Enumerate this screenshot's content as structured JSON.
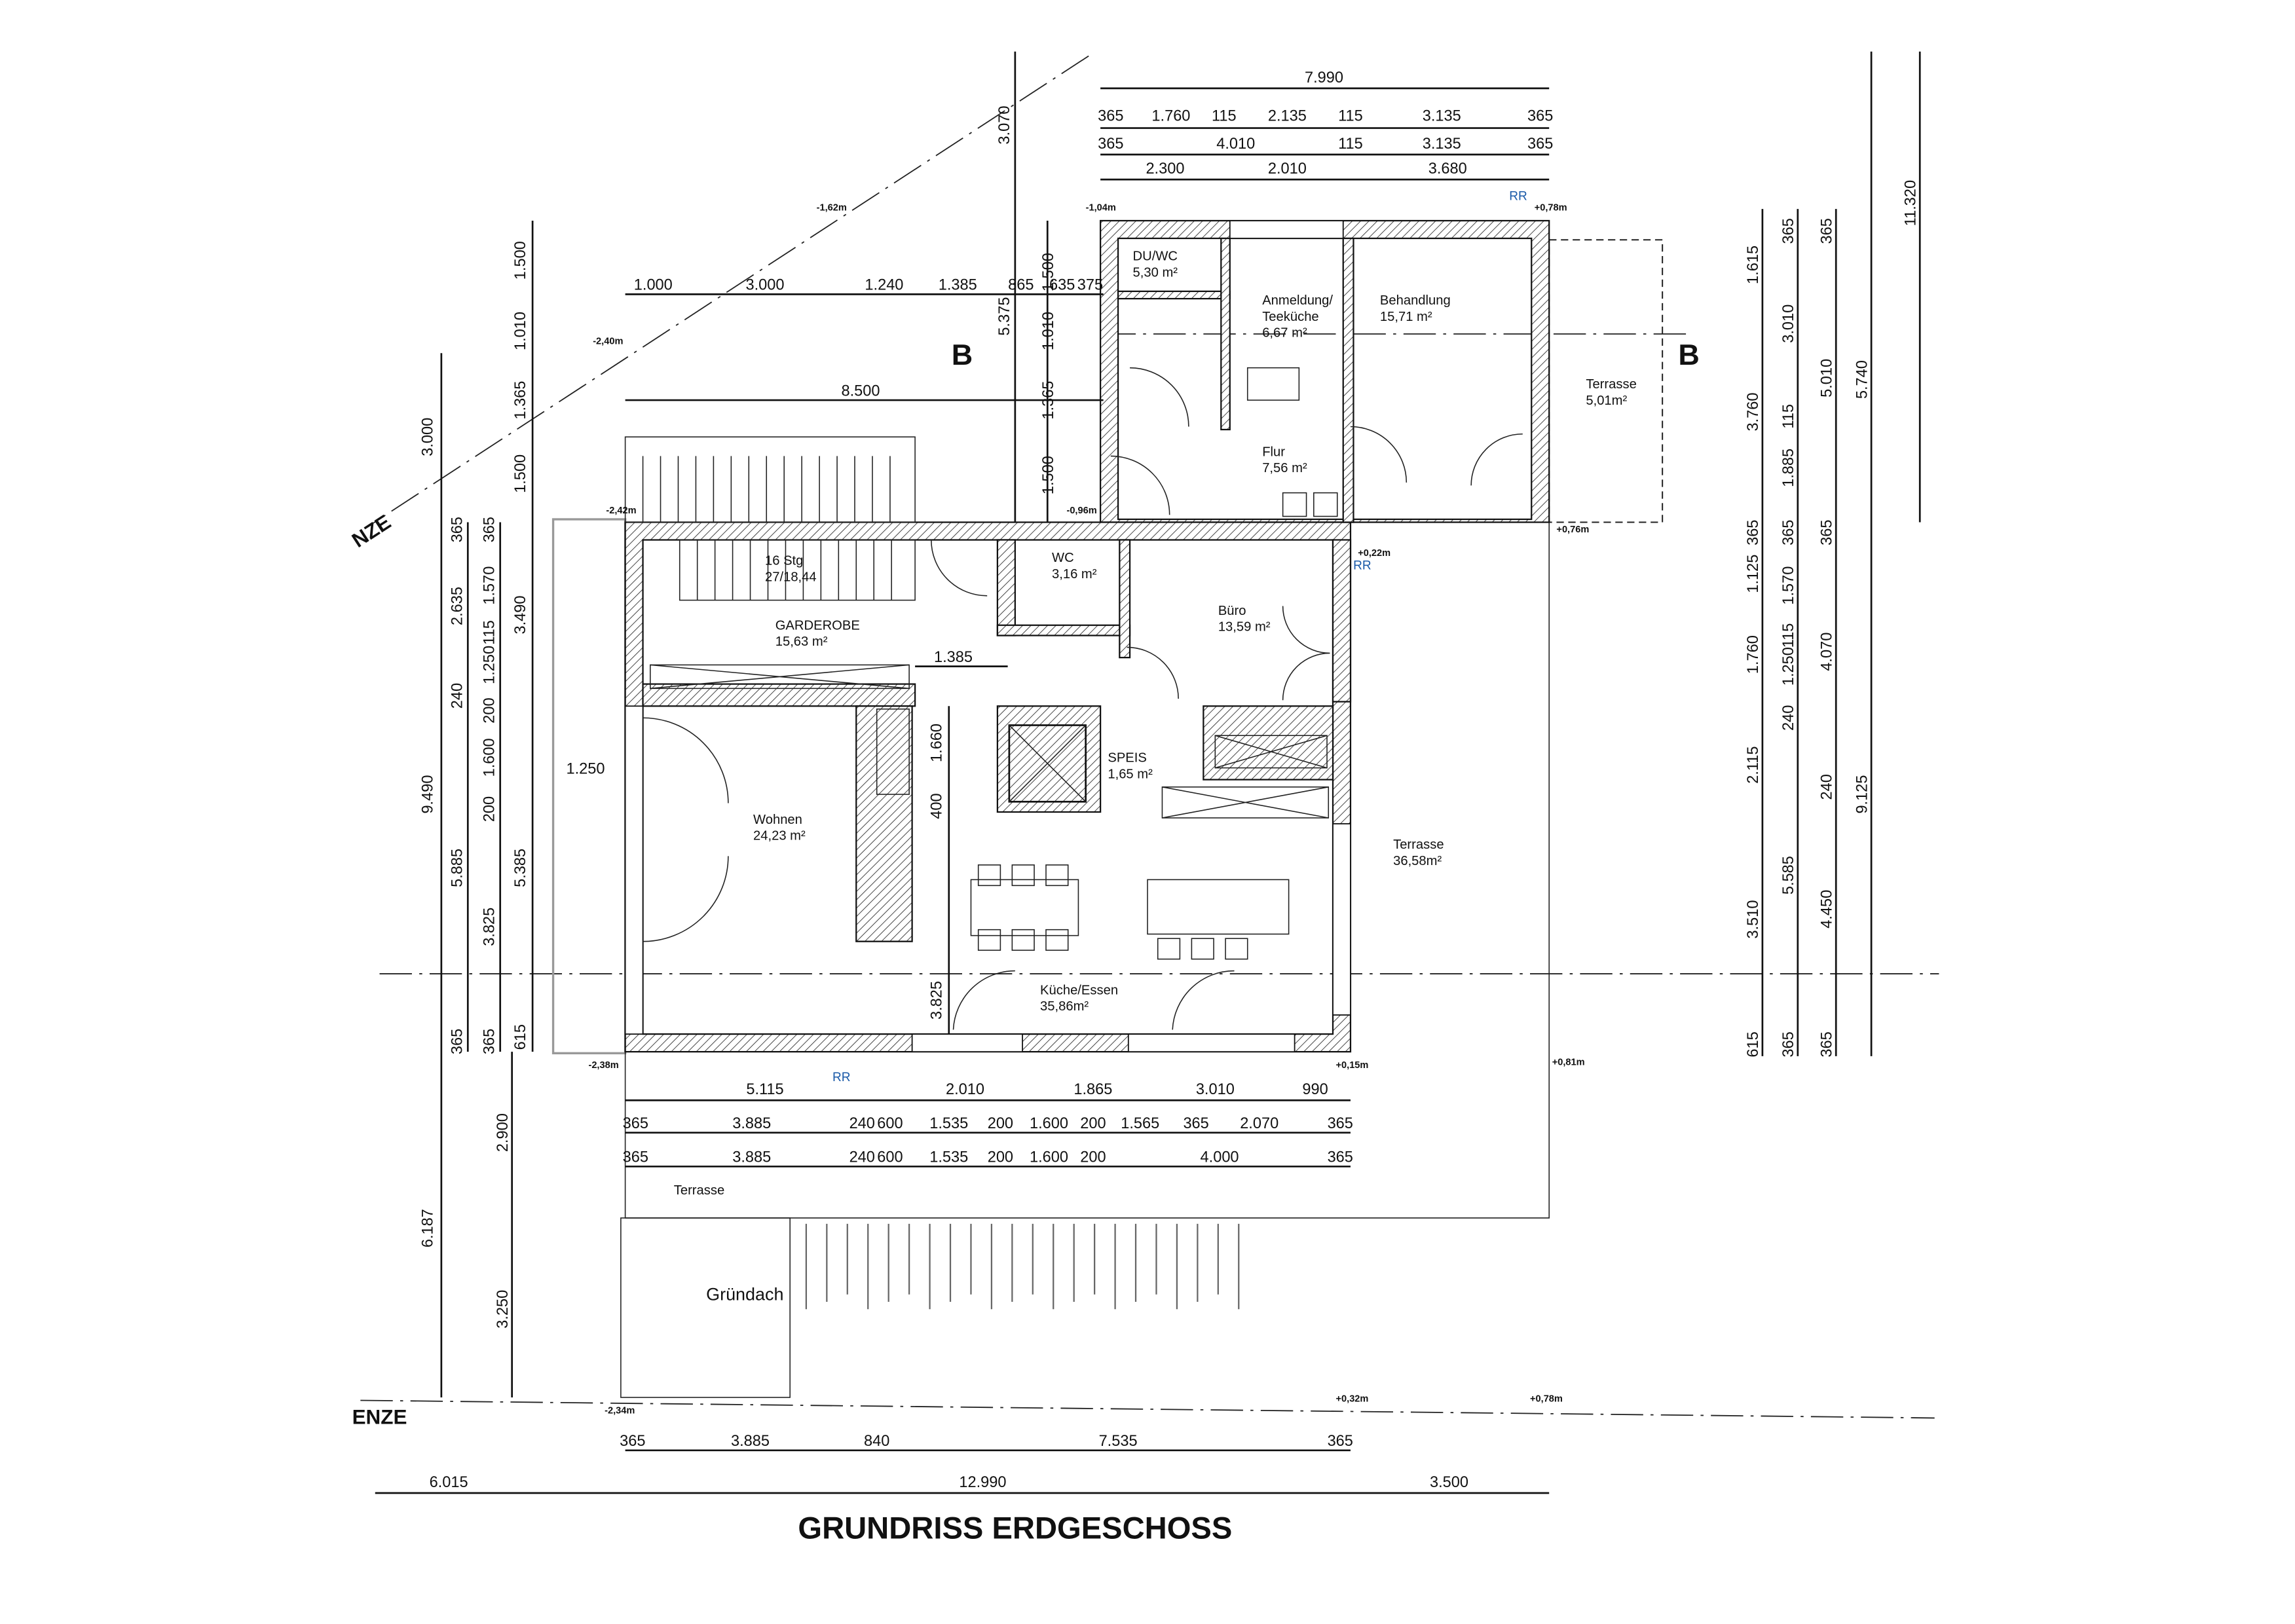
{
  "title": "GRUNDRISS ERDGESCHOSS",
  "section_marker": "B",
  "boundary_label_top": "NZE",
  "boundary_label_bottom": "ENZE",
  "rr_label": "RR",
  "rooms": [
    {
      "name": "DU/WC",
      "area": "5,30 m²"
    },
    {
      "name": "Anmeldung/",
      "name2": "Teeküche",
      "area": "6,67 m²"
    },
    {
      "name": "Behandlung",
      "area": "15,71 m²"
    },
    {
      "name": "Terrasse",
      "area": "5,01m²"
    },
    {
      "name": "Flur",
      "area": "7,56 m²"
    },
    {
      "name": "16 Stg",
      "area": "27/18,44"
    },
    {
      "name": "WC",
      "area": "3,16 m²"
    },
    {
      "name": "Büro",
      "area": "13,59 m²"
    },
    {
      "name": "GARDEROBE",
      "area": "15,63 m²"
    },
    {
      "name": "SPEIS",
      "area": "1,65 m²"
    },
    {
      "name": "Wohnen",
      "area": "24,23 m²"
    },
    {
      "name": "Terrasse",
      "area": "36,58m²"
    },
    {
      "name": "Küche/Essen",
      "area": "35,86m²"
    },
    {
      "name": "Terrasse"
    },
    {
      "name": "Gründach"
    }
  ],
  "levels": [
    "-1,04m",
    "+0,78m",
    "-1,62m",
    "-2,40m",
    "-2,42m",
    "-0,96m",
    "+0,76m",
    "+0,22m",
    "-2,38m",
    "+0,15m",
    "+0,81m",
    "+0,32m",
    "+0,78m",
    "-2,34m"
  ],
  "dims": {
    "top": {
      "total": "7.990",
      "r1": [
        "365",
        "1.760",
        "115",
        "2.135",
        "115",
        "3.135",
        "365"
      ],
      "r2": [
        "365",
        "4.010",
        "115",
        "3.135",
        "365"
      ],
      "r3": [
        "2.300",
        "2.010",
        "3.680"
      ]
    },
    "front": [
      "1.000",
      "3.000",
      "1.240",
      "1.385",
      "865",
      "635",
      "375"
    ],
    "overall_8500": "8.500",
    "v_center": [
      "3.070",
      "5.375"
    ],
    "v_mid": [
      "1.500",
      "1.010",
      "1.365",
      "1.500"
    ],
    "left_inner": [
      "1.500",
      "1.010",
      "1.365",
      "1.500",
      "3.490",
      "5.385",
      "615"
    ],
    "left_a": [
      "3.000",
      "9.490",
      "6.187"
    ],
    "left_b": [
      "365",
      "2.635",
      "240",
      "5.885",
      "365"
    ],
    "left_c": [
      "365",
      "1.570",
      "115",
      "1.250",
      "200",
      "1.600",
      "200",
      "3.825",
      "365"
    ],
    "left_d": [
      "2.900",
      "3.250"
    ],
    "right_a": [
      "1.615",
      "3.760",
      "365",
      "1.125",
      "1.760",
      "2.115",
      "3.510",
      "615"
    ],
    "right_b": [
      "365",
      "3.010",
      "115",
      "1.885",
      "365",
      "1.570",
      "115",
      "1.250",
      "240",
      "5.585",
      "365"
    ],
    "right_c": [
      "365",
      "5.010",
      "365",
      "4.070",
      "240",
      "4.450",
      "365"
    ],
    "right_d": [
      "5.740",
      "9.125"
    ],
    "right_e": [
      "11.320"
    ],
    "bottom": {
      "r1": [
        "5.115",
        "2.010",
        "1.865",
        "3.010",
        "990"
      ],
      "r2": [
        "365",
        "3.885",
        "240",
        "600",
        "1.535",
        "200",
        "1.600",
        "200",
        "1.565",
        "365",
        "2.070",
        "365"
      ],
      "r3": [
        "365",
        "3.885",
        "240",
        "600",
        "1.535",
        "200",
        "1.600",
        "200",
        "4.000",
        "365"
      ]
    },
    "lower": {
      "r1": [
        "365",
        "3.885",
        "840",
        "7.535",
        "365"
      ],
      "r2": [
        "6.015",
        "12.990",
        "3.500"
      ]
    },
    "misc": {
      "stair_width": "1.385",
      "terrace_width": "1.250",
      "kitchen_v": [
        "1.660",
        "400",
        "3.825"
      ]
    }
  }
}
